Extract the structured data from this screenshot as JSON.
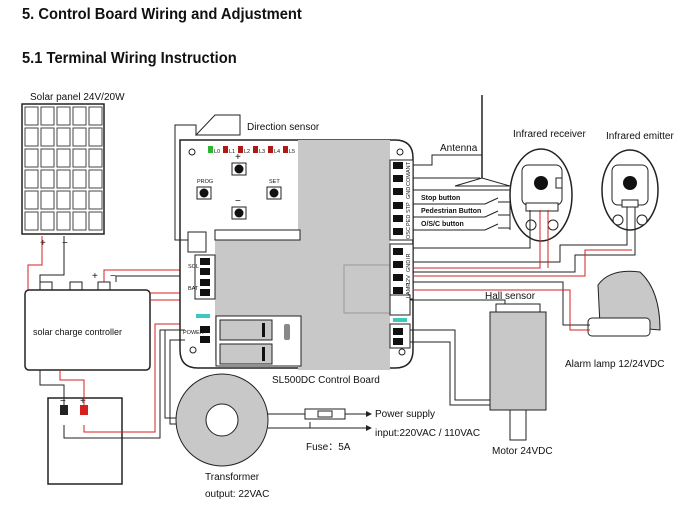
{
  "heading": "5. Control Board Wiring and Adjustment",
  "subheading": "5.1 Terminal Wiring Instruction",
  "diagram": {
    "solar_panel": "Solar panel 24V/20W",
    "direction_sensor": "Direction sensor",
    "antenna": "Antenna",
    "infrared_receiver": "Infrared receiver",
    "infrared_emitter": "Infrared emitter",
    "stop_button": "Stop button",
    "pedestrian_button": "Pedestrian Button",
    "osc_button": "O/S/C button",
    "charge_controller": "solar charge controller",
    "hall_sensor": "Hall sensor",
    "alarm_lamp": "Alarm lamp 12/24VDC",
    "board_name": "SL500DC Control Board",
    "power_supply": "Power supply",
    "power_input": "input:220VAC / 110VAC",
    "fuse": "Fuse：5A",
    "transformer": "Transformer",
    "transformer_output": "output: 22VAC",
    "motor": "Motor 24VDC",
    "plus": "+",
    "minus": "−",
    "leds": [
      "L0",
      "L1",
      "L2",
      "L3",
      "L4",
      "L5"
    ],
    "prog": "PROG",
    "set": "SET",
    "terminals_right": [
      "ANT",
      "COM",
      "GND",
      "STP",
      "PED",
      "OSC",
      "IR",
      "GND",
      "12V",
      "LAMP"
    ],
    "terminals_left": [
      "SOL",
      "BAT",
      "POWER"
    ],
    "wire_colors": {
      "positive": "#d42020",
      "negative": "#222222",
      "led_on": "#2db52d",
      "led_off": "#b01818",
      "indicator": "#3cc8c0"
    }
  }
}
